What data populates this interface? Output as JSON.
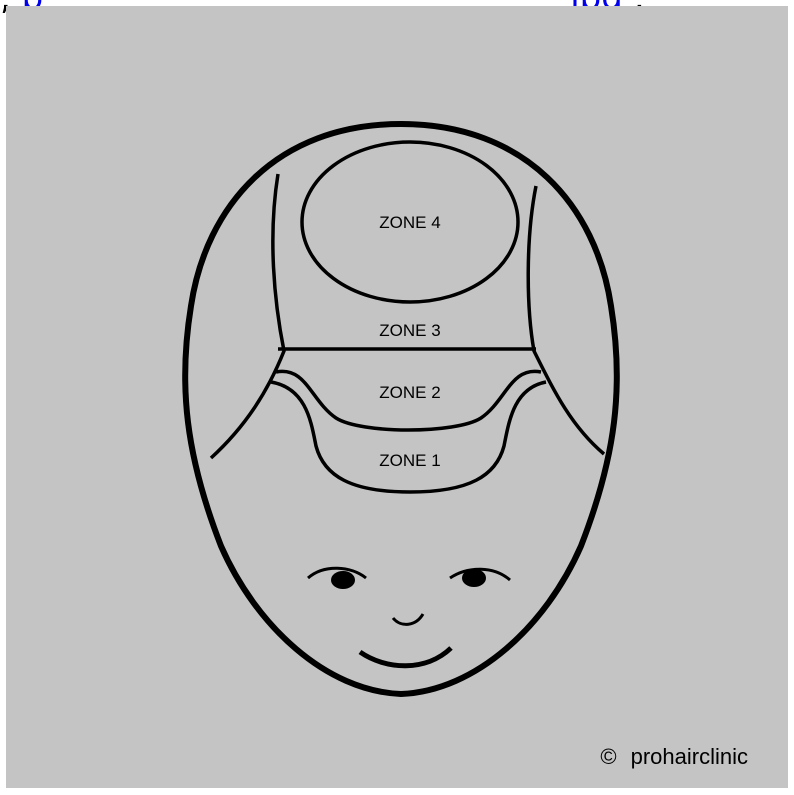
{
  "top_strip": {
    "prefix": ",",
    "link_text": "p_______________________________jpg",
    "suffix": ","
  },
  "diagram": {
    "background_color": "#c4c4c4",
    "line_color": "#000000",
    "zones": {
      "zone4": "ZONE 4",
      "zone3": "ZONE 3",
      "zone2": "ZONE 2",
      "zone1": "ZONE 1"
    }
  },
  "credit": {
    "symbol": "©",
    "text": "prohairclinic"
  }
}
